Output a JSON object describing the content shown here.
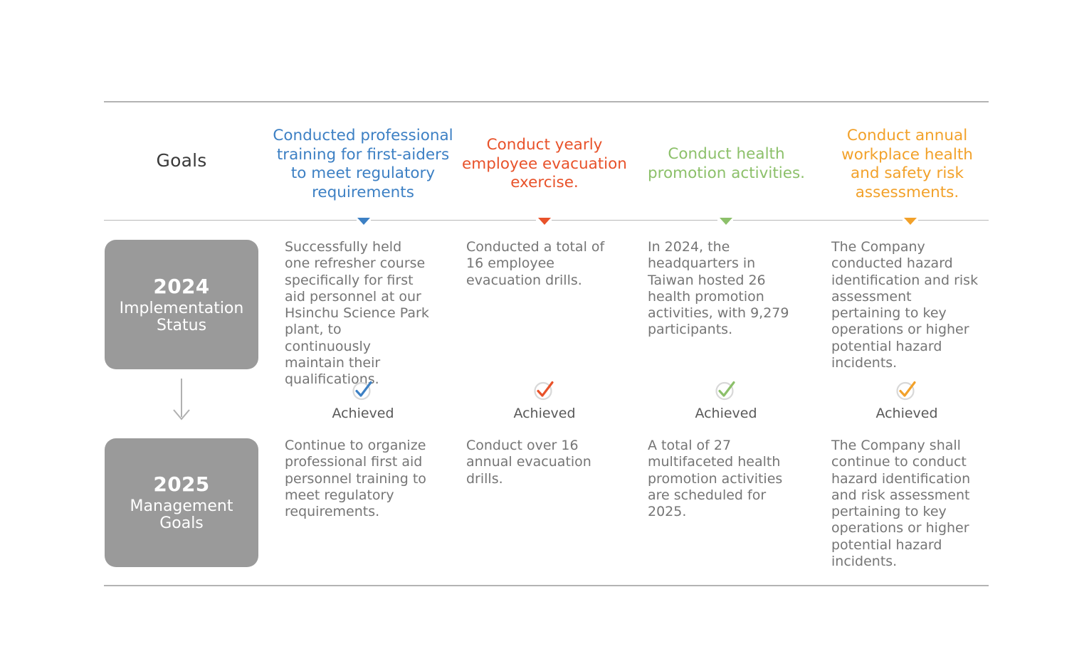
{
  "palette": {
    "blue": "#3d80c4",
    "red": "#e8522a",
    "green": "#8cc06a",
    "gold": "#f2a12a",
    "grey_box": "#9a9a9a",
    "rule": "#b3b3b3",
    "body_text": "#757575",
    "heading_text": "#3a3a3a"
  },
  "header": {
    "row_label": "Goals"
  },
  "rows": {
    "implementation": {
      "year": "2024",
      "sub": "Implementation\nStatus",
      "sub_line1": "Implementation",
      "sub_line2": "Status"
    },
    "management": {
      "year": "2025",
      "sub_line1": "Management",
      "sub_line2": "Goals"
    }
  },
  "status_label": "Achieved",
  "columns": [
    {
      "key": "first-aid-training",
      "color": "#3d80c4",
      "goal": "Conducted professional training for first-aiders to meet regulatory requirements",
      "status_2024": "Successfully held one refresher course specifically for first aid personnel at our Hsinchu Science Park plant, to continuously maintain their qualifications.",
      "status_badge": "Achieved",
      "goal_2025": "Continue to organize professional first aid personnel training to meet regulatory requirements."
    },
    {
      "key": "evacuation-exercise",
      "color": "#e8522a",
      "goal": "Conduct yearly employee evacuation exercise.",
      "status_2024": "Conducted a total of 16 employee evacuation drills.",
      "status_badge": "Achieved",
      "goal_2025": "Conduct over 16 annual evacuation drills."
    },
    {
      "key": "health-promotion",
      "color": "#8cc06a",
      "goal": "Conduct health promotion activities.",
      "status_2024": "In 2024, the headquarters in Taiwan hosted 26 health promotion activities, with 9,279 participants.",
      "status_badge": "Achieved",
      "goal_2025": "A total of 27 multifaceted health promotion activities are scheduled for 2025."
    },
    {
      "key": "risk-assessment",
      "color": "#f2a12a",
      "goal": "Conduct annual workplace health and safety risk assessments.",
      "status_2024": "The Company conducted hazard identification and risk assessment pertaining to key operations or higher potential hazard incidents.",
      "status_badge": "Achieved",
      "goal_2025": "The Company shall continue to conduct hazard identification and risk assessment pertaining to key operations or higher potential hazard incidents."
    }
  ],
  "icons": {
    "check_circle": "check-circle-icon",
    "down_triangle": "triangle-down-icon",
    "down_arrow": "arrow-down-icon"
  }
}
